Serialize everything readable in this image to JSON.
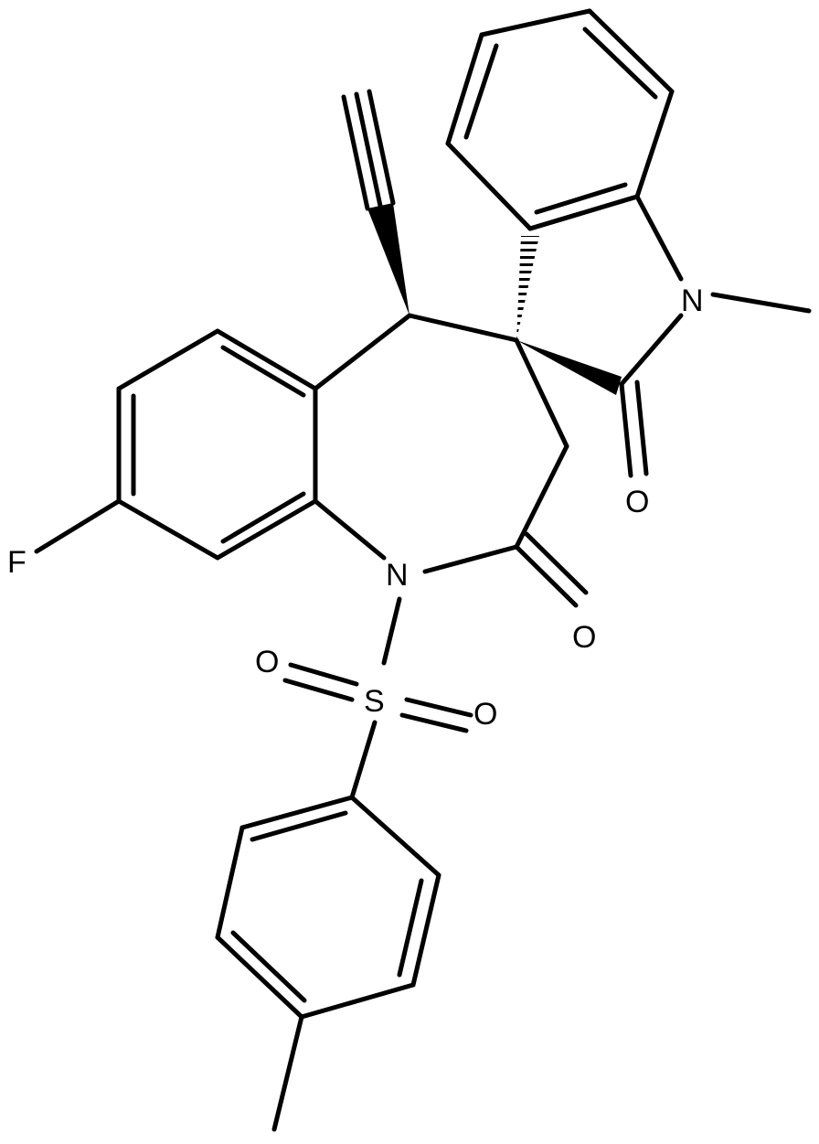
{
  "molecule": {
    "atom_labels": {
      "fluorine": "F",
      "lactam_nitrogen": "N",
      "lactam_oxygen": "O",
      "sulfur": "S",
      "sulfonyl_oxygen_left": "O",
      "sulfonyl_oxygen_right": "O",
      "indole_nitrogen": "N",
      "oxindole_oxygen": "O"
    }
  }
}
